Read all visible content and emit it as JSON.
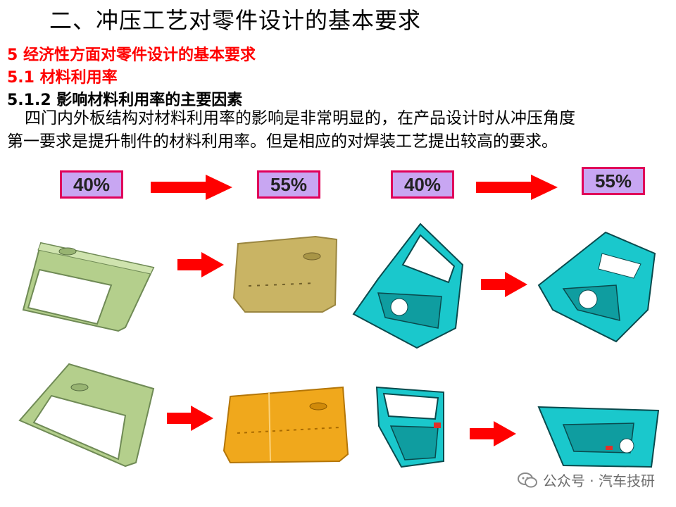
{
  "title": "二、冲压工艺对零件设计的基本要求",
  "section5": "5 经济性方面对零件设计的基本要求",
  "section51": "5.1 材料利用率",
  "section512": "5.1.2 影响材料利用率的主要因素",
  "paragraph": {
    "line1": "四门内外板结构对材料利用率的影响是非常明显的，在产品设计时从冲压角度",
    "line2": "第一要求是提升制件的材料利用率。但是相应的对焊装工艺提出较高的要求。"
  },
  "badges": [
    "40%",
    "55%",
    "40%",
    "55%"
  ],
  "colors": {
    "heading_red": "#ff0000",
    "badge_fill": "#c8a6f2",
    "badge_border": "#e0005a",
    "arrow": "#ff0000",
    "outer_green": "#b4cf8c",
    "outer_olive": "#c9b464",
    "outer_orange": "#f0a81c",
    "inner_cyan": "#1ac8cc"
  },
  "images": {
    "row1": [
      "outer-panel-green-frame",
      "outer-panel-olive-blank",
      "inner-panel-cyan-frame",
      "inner-panel-cyan-cut"
    ],
    "row2": [
      "outer-panel-green-frame",
      "outer-panel-orange-blank",
      "inner-panel-cyan-frame",
      "inner-panel-cyan-cut"
    ]
  },
  "watermark": "公众号 · 汽车技研"
}
